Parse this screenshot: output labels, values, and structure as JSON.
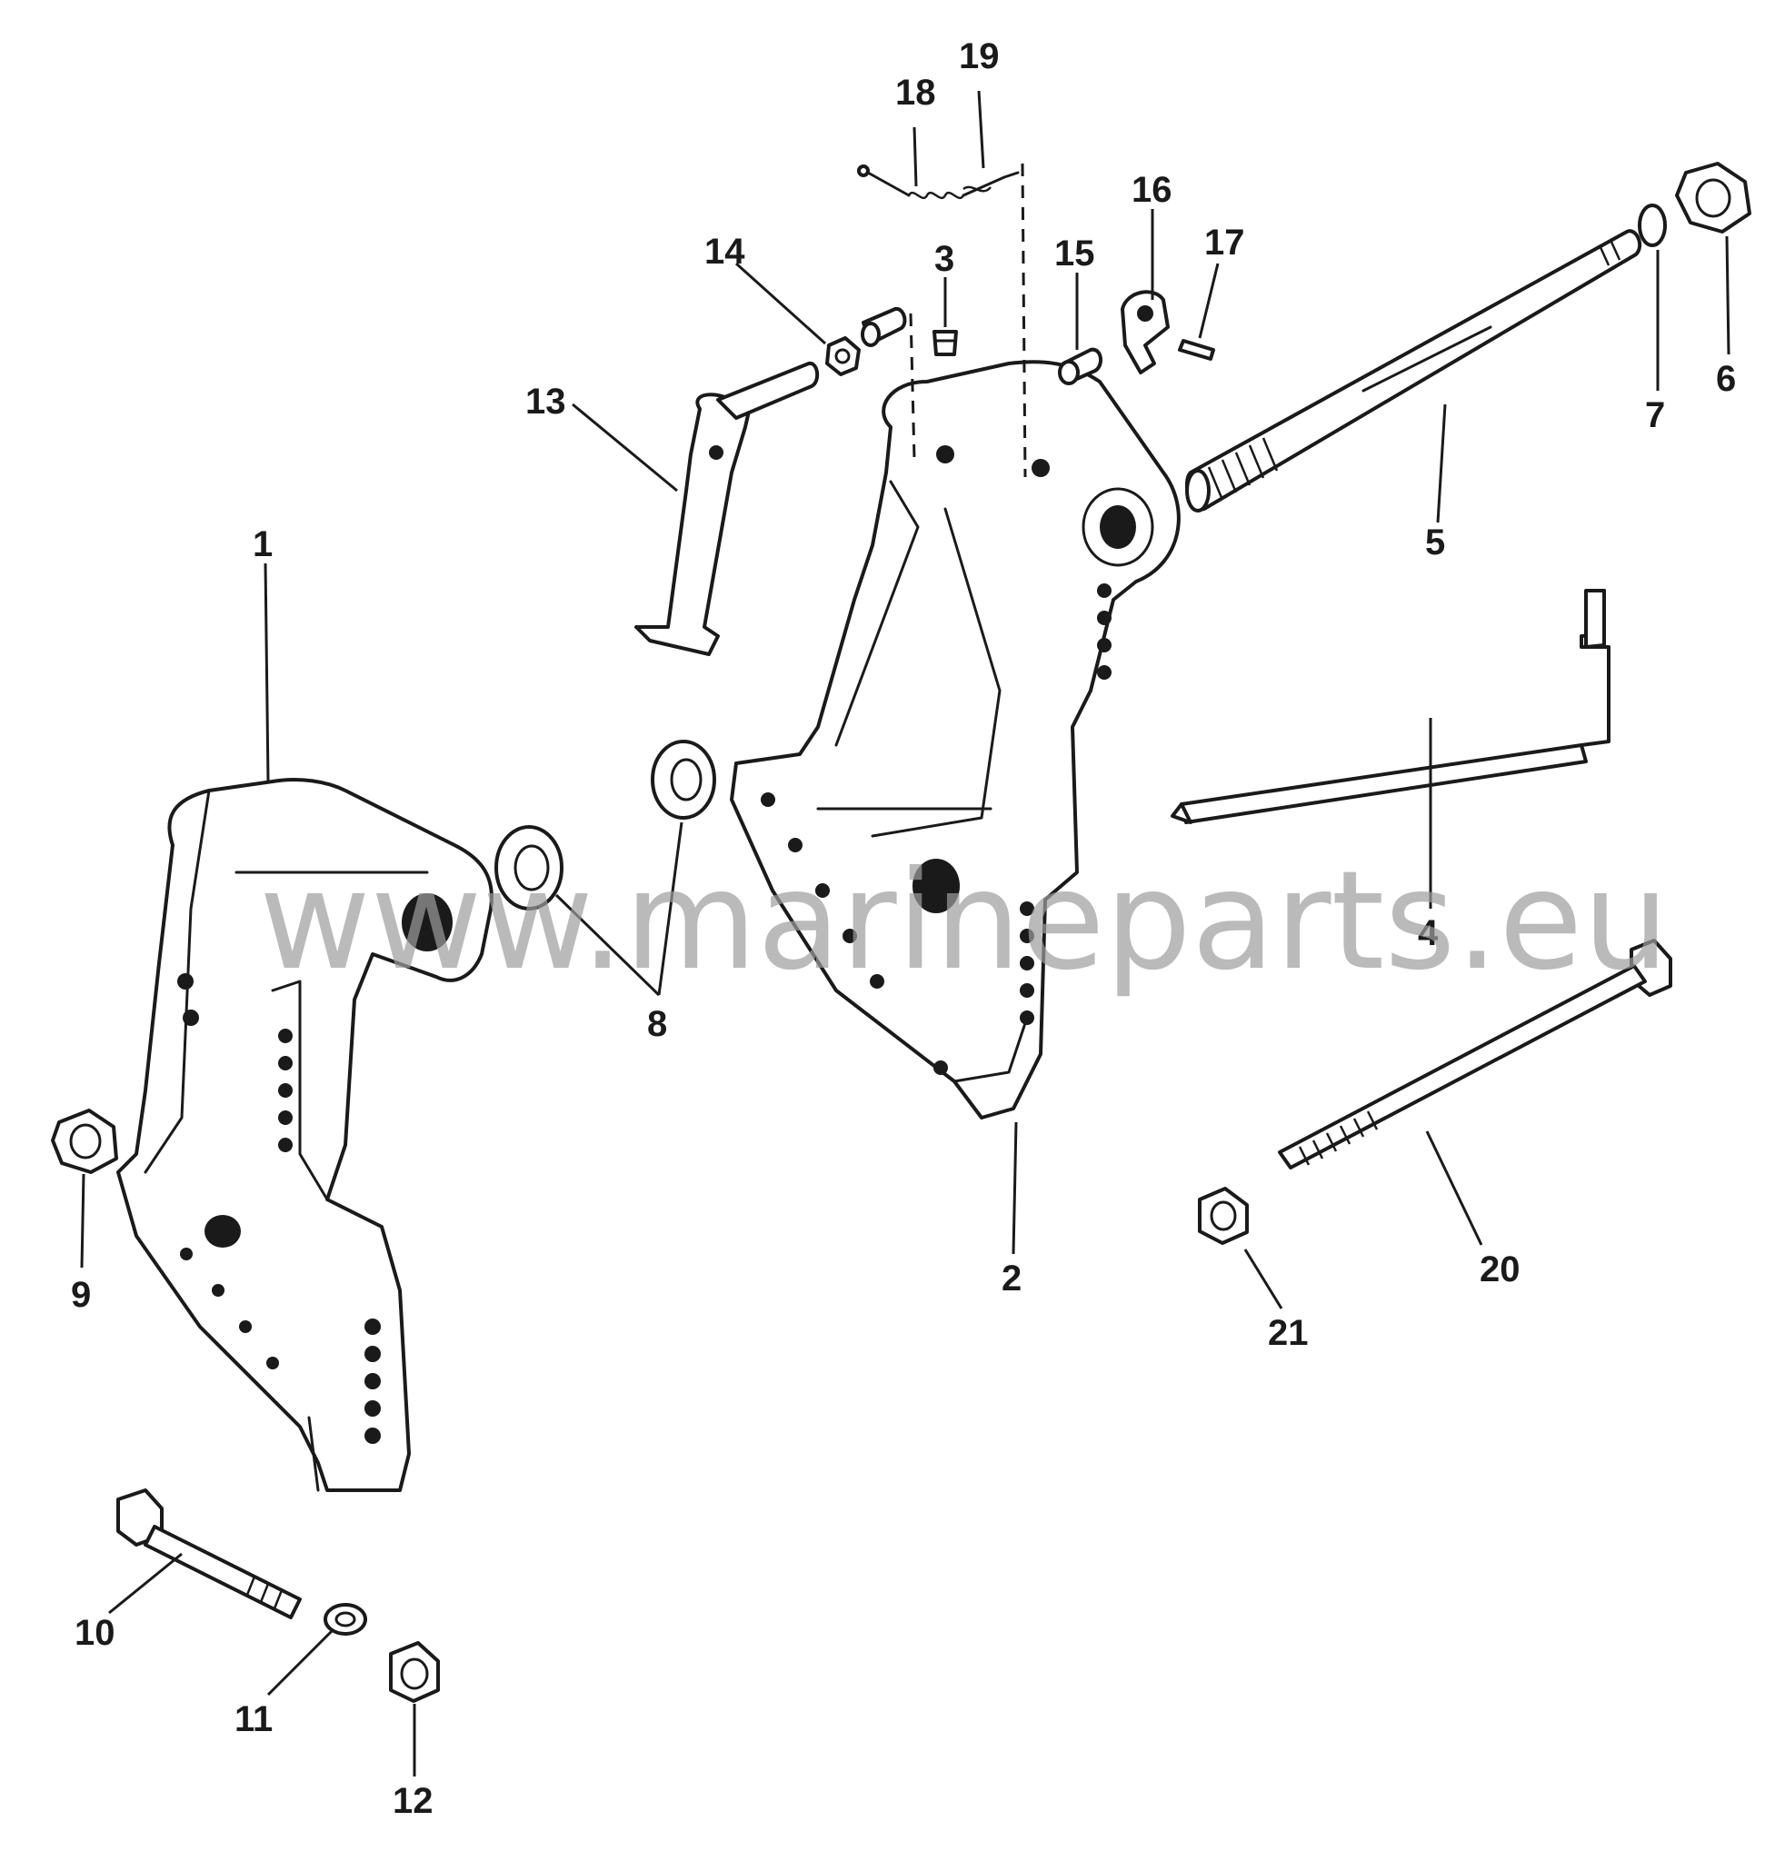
{
  "watermark": "www.marineparts.eu",
  "callouts": {
    "p1": "1",
    "p2": "2",
    "p3": "3",
    "p4": "4",
    "p5": "5",
    "p6": "6",
    "p7": "7",
    "p8": "8",
    "p9": "9",
    "p10": "10",
    "p11": "11",
    "p12": "12",
    "p13": "13",
    "p14": "14",
    "p15": "15",
    "p16": "16",
    "p17": "17",
    "p18": "18",
    "p19": "19",
    "p20": "20",
    "p21": "21"
  }
}
